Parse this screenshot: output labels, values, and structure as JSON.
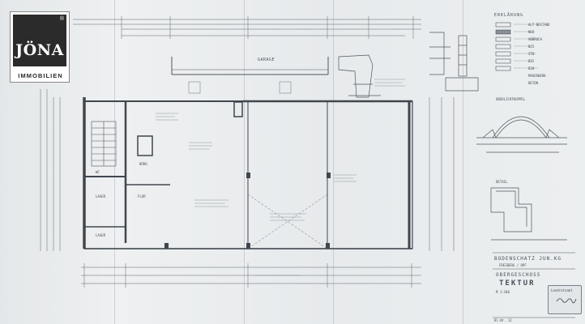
{
  "logo": {
    "name": "JÖNA",
    "sub": "IMMOBILIEN",
    "reg": "®"
  },
  "plan": {
    "garage": "GARAGE",
    "legend_title": "ERKLÄRUNG",
    "legend_items": [
      "ALT BESTAND",
      "NEU",
      "ABBRUCH",
      "B25",
      "STB",
      "B15",
      "B20",
      "MAUERWERK",
      "BETON"
    ],
    "section_title": "OBERLICHTKUPPEL",
    "detail_title": "DETAIL",
    "room_labels": [
      "LAGER",
      "LAGER",
      "BÜRO",
      "WC",
      "FLUR"
    ]
  },
  "title_block": {
    "client": "BODENSCHATZ JUN.KG",
    "line2": "FREIBERG / OPF",
    "project": "OBERGESCHOSS",
    "subtitle": "TEKTUR",
    "scale": "M 1:100",
    "stamp_text": "Landratsamt",
    "drawing_no": "Bl.Nr. 12"
  },
  "colors": {
    "paper": "#e9ecee",
    "ink": "#4a5058",
    "logo_bg": "#2b2b2b"
  }
}
